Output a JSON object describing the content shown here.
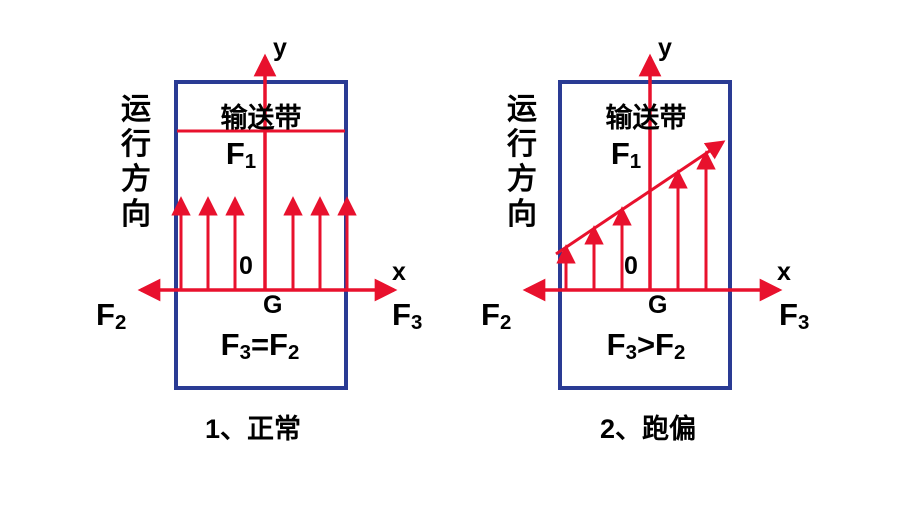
{
  "colors": {
    "red": "#e8112d",
    "blue": "#2a3b94",
    "text": "#000000"
  },
  "diagrams": [
    {
      "id": "normal",
      "direction_label": "运行方向",
      "belt_label": "输送带",
      "f1_main": "F",
      "f1_sub": "1",
      "f2_main": "F",
      "f2_sub": "2",
      "f3_main": "F",
      "f3_sub": "3",
      "origin_label": "0",
      "center_label": "G",
      "x_axis_label": "x",
      "y_axis_label": "y",
      "relation_left_main": "F",
      "relation_left_sub": "3",
      "relation_op": "=",
      "relation_right_main": "F",
      "relation_right_sub": "2",
      "caption": "1、正常"
    },
    {
      "id": "deviation",
      "direction_label": "运行方向",
      "belt_label": "输送带",
      "f1_main": "F",
      "f1_sub": "1",
      "f2_main": "F",
      "f2_sub": "2",
      "f3_main": "F",
      "f3_sub": "3",
      "origin_label": "0",
      "center_label": "G",
      "x_axis_label": "x",
      "y_axis_label": "y",
      "relation_left_main": "F",
      "relation_left_sub": "3",
      "relation_op": ">",
      "relation_right_main": "F",
      "relation_right_sub": "2",
      "caption": "2、跑偏"
    }
  ]
}
